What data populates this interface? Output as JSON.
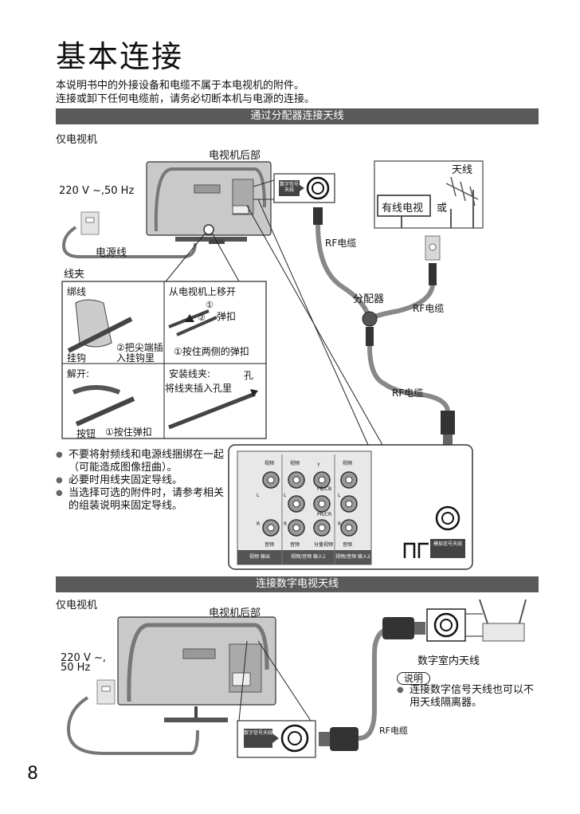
{
  "page_title": "基本连接",
  "intro": [
    "本说明书中的外接设备和电缆不属于本电视机的附件。",
    "连接或卸下任何电缆前，请务必切断本机与电源的连接。"
  ],
  "section1": {
    "header": "通过分配器连接天线",
    "tv_only": "仅电视机",
    "tv_rear": "电视机后部",
    "power_spec": "220 V ~,50 Hz",
    "power_cord": "电源线",
    "digital_input": "数字信号天线",
    "rf_cable_top": "RF电缆",
    "antenna": "天线",
    "cable_tv": "有线电视",
    "or": "或",
    "splitter": "分配器",
    "rf_cable_right": "RF电缆",
    "rf_cable_bottom": "RF电缆",
    "analog_input": "模拟信号天线",
    "clamp": {
      "title": "线夹",
      "bind": "绑线",
      "move_title": "从电视机上移开",
      "snap": "弹扣",
      "step1_circ": "①",
      "step2_circ": "②",
      "hook": "挂钩",
      "insert_tip": "②把尖端插入挂钩里",
      "press_snap": "①按住两侧的弹扣",
      "release": "解开:",
      "install": "安装线夹:",
      "hole": "孔",
      "insert_hole": "将线夹插入孔里",
      "button": "按钮",
      "hold_snap": "①按住弹扣"
    },
    "notes": [
      "不要将射频线和电源线捆绑在一起（可能造成图像扭曲）。",
      "必要时用线夹固定导线。",
      "当选择可选的附件时，请参考相关的组装说明来固定导线。"
    ],
    "panel": {
      "video": "视频",
      "y_label": "Y",
      "pb_label": "PB/CB",
      "pr_label": "PR/CR",
      "audio": "音频",
      "component": "分量视频",
      "l_label": "L",
      "r_label": "R",
      "footer": [
        "视频 输出",
        "视频/音频 输入1",
        "视频/音频 输入2"
      ]
    }
  },
  "section2": {
    "header": "连接数字电视天线",
    "tv_only": "仅电视机",
    "tv_rear": "电视机后部",
    "power_spec": "220 V ~,\n50 Hz",
    "digital_input": "数字信号天线",
    "indoor_antenna": "数字室内天线",
    "note_tag": "说明",
    "note": "连接数字信号天线也可以不用天线隔离器。",
    "rf_cable": "RF电缆"
  },
  "page_number": "8"
}
